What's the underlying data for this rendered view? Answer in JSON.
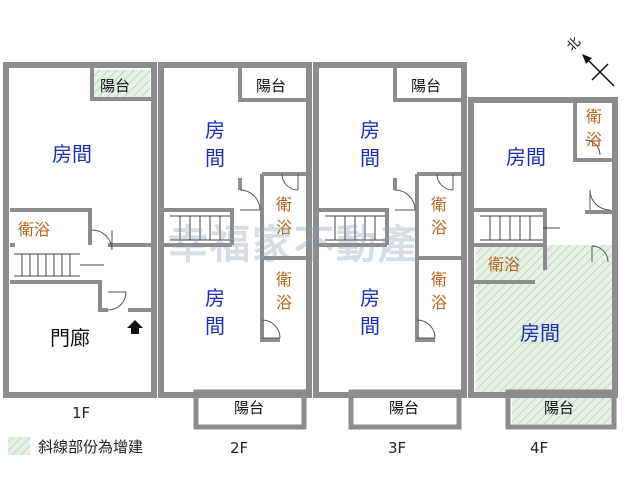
{
  "floors": {
    "f1": {
      "label": "1F",
      "room": "房間",
      "bath": "衛浴",
      "balcony": "陽台",
      "porch": "門廊"
    },
    "f2": {
      "label": "2F",
      "room_top": [
        "房",
        "間"
      ],
      "room_bottom": [
        "房",
        "間"
      ],
      "bath_top": [
        "衛",
        "浴"
      ],
      "bath_bottom": [
        "衛",
        "浴"
      ],
      "balcony_top": "陽台",
      "balcony_bottom": "陽台"
    },
    "f3": {
      "label": "3F",
      "room_top": [
        "房",
        "間"
      ],
      "room_bottom": [
        "房",
        "間"
      ],
      "bath_top": [
        "衛",
        "浴"
      ],
      "bath_bottom": [
        "衛",
        "浴"
      ],
      "balcony_top": "陽台",
      "balcony_bottom": "陽台"
    },
    "f4": {
      "label": "4F",
      "room_top": "房間",
      "room_bottom": "房間",
      "bath_top": [
        "衛",
        "浴"
      ],
      "bath_bottom": "衛浴",
      "balcony_bottom": "陽台"
    }
  },
  "compass_label": "北",
  "legend_text": "斜線部份為增建",
  "watermark": "幸福家不動產",
  "colors": {
    "wall": "#8c8c8c",
    "room_text": "#1a2fb0",
    "bath_text": "#b5651d",
    "addition_fill": "#e4efe4",
    "hatch": "#9fc29f"
  }
}
